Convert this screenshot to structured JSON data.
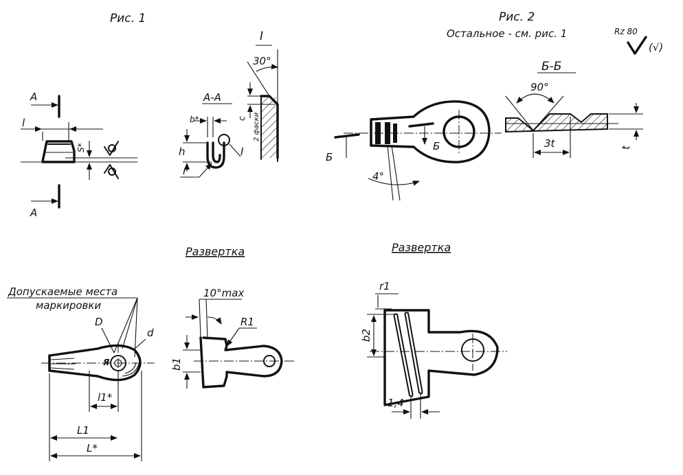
{
  "fig1": {
    "title": "Рис. 1",
    "section_a_top": "А",
    "section_a_bottom": "А",
    "dim_l": "l",
    "dim_s": "S*",
    "section_aa": "А-А",
    "view_i_title": "I",
    "dim_b": "b*",
    "dim_h": "h",
    "dim_r": "r",
    "leader_i": "I",
    "angle_30": "30°",
    "dim_c": "с",
    "dim_c_note": "2 фаски",
    "unfold_title": "Развертка",
    "marking_note_1": "Допускаемые места",
    "marking_note_2": "маркировки",
    "dim_D": "D",
    "dim_d": "d",
    "dim_l1": "l1*",
    "dim_L1": "L1",
    "dim_L": "L*"
  },
  "fig2": {
    "title": "Рис. 2",
    "note": "Остальное - см. рис. 1",
    "roughness": "Rz 80",
    "roughness_paren": "(√)",
    "section_bb": "Б-Б",
    "angle_90": "90°",
    "dim_3t": "3t",
    "dim_t": "t",
    "cut_b_left": "Б",
    "cut_b_right": "Б",
    "angle_4": "4°",
    "unfold_title": "Развертка",
    "angle_10max": "10°max",
    "dim_R1": "R1",
    "dim_b1": "b1",
    "dim_r1": "r1",
    "dim_b2": "b2",
    "dim_1_4": "1,4"
  }
}
